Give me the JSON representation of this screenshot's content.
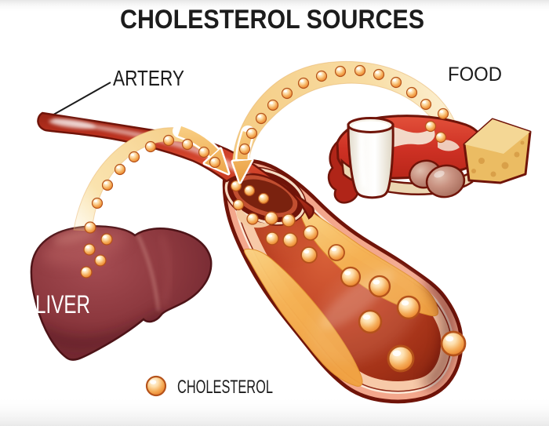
{
  "title": "CHOLESTEROL SOURCES",
  "labels": {
    "artery": "ARTERY",
    "food": "FOOD",
    "liver": "LIVER"
  },
  "legend": {
    "label": "CHOLESTEROL",
    "marker": "cholesterol-ball-icon"
  },
  "palette": {
    "text": "#1C1C1C",
    "background": "#FFFFFF",
    "liver": "#8C383E",
    "artery_red": "#D94A30",
    "outline_dark_red": "#701409",
    "artery_wall_pink": "#F3A78C",
    "artery_lining_flesh": "#F7C9A8",
    "plaque_yellow": "#F5B254",
    "lumen_red": "#A03016",
    "cholesterol_ball_orange": "#F5AE5B",
    "stream_cream": "#F8DCA2",
    "arrow_orange": "#F2B45C",
    "milk_white": "#F7F4EE",
    "steak_red": "#D23527",
    "cheese_yellow": "#EFC36E",
    "egg_brown": "#BB8474",
    "liver_label_color": "#FFFFFF"
  }
}
